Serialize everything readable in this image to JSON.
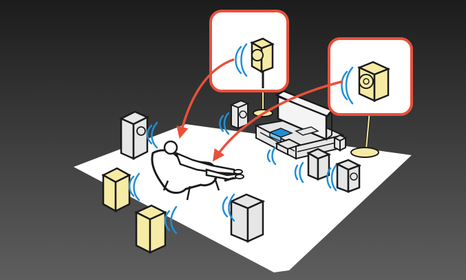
{
  "colors": {
    "background_top": "#1c1c1c",
    "background_bottom": "#5e5e5e",
    "floor": "#ffffff",
    "outline": "#1a1a1a",
    "speaker_grey": "#e6e6e6",
    "speaker_yellow": "#f6eba4",
    "accent_red": "#e8503a",
    "sound_wave_blue": "#1f8fd6",
    "stand_gold": "#f6eba4",
    "tv_screen": "#f4f4f4"
  },
  "scene": {
    "floor_shape": "parallelogram",
    "sound_wave_icon": "sound-wave-icon",
    "arrow_icon": "curved-arrow-icon",
    "callout_count": 2,
    "listener_pose": "reclining"
  }
}
